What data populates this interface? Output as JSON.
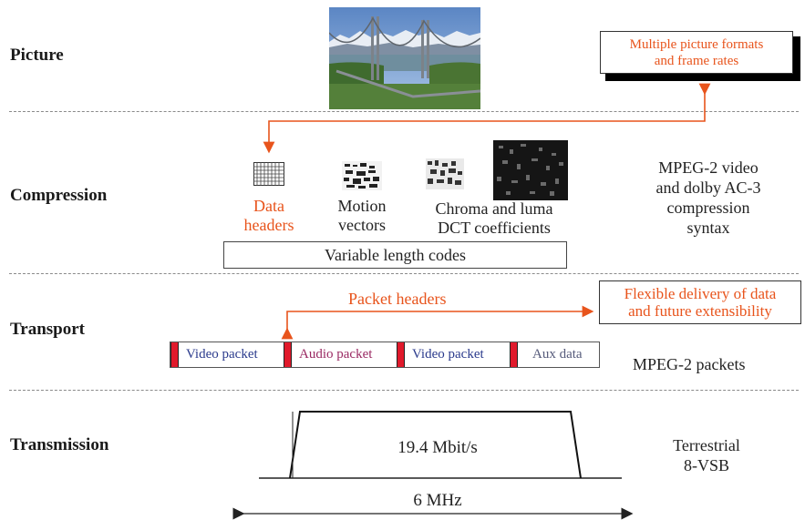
{
  "layers": {
    "picture": "Picture",
    "compression": "Compression",
    "transport": "Transport",
    "transmission": "Transmission"
  },
  "picture": {
    "formats_line1": "Multiple picture formats",
    "formats_line2": "and frame rates"
  },
  "compression": {
    "data_headers_1": "Data",
    "data_headers_2": "headers",
    "motion_vectors_1": "Motion",
    "motion_vectors_2": "vectors",
    "dct_1": "Chroma and luma",
    "dct_2": "DCT coefficients",
    "vlc": "Variable length codes",
    "syntax_1": "MPEG-2 video",
    "syntax_2": "and dolby AC-3",
    "syntax_3": "compression",
    "syntax_4": "syntax"
  },
  "transport": {
    "packet_headers": "Packet headers",
    "flex_1": "Flexible delivery of data",
    "flex_2": "and future extensibility",
    "packets": [
      "Video packet",
      "Audio packet",
      "Video packet",
      "Aux data"
    ],
    "mpeg2_packets": "MPEG-2 packets"
  },
  "transmission": {
    "rate": "19.4 Mbit/s",
    "bandwidth": "6 MHz",
    "mode_1": "Terrestrial",
    "mode_2": "8-VSB"
  },
  "colors": {
    "accent_orange": "#e8541c",
    "packet_red": "#e0192b",
    "video_text": "#2a3a8c",
    "audio_text": "#9a2a63"
  }
}
